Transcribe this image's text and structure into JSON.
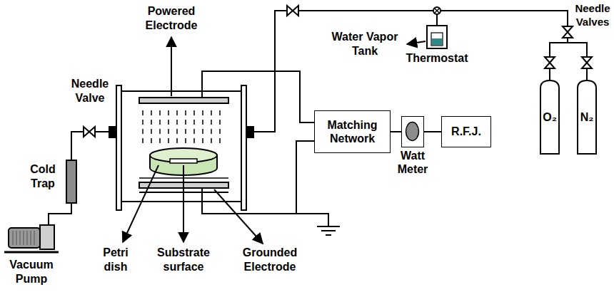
{
  "diagram": {
    "nodes": [
      {
        "text": [
          "Matching Network"
        ]
      },
      {
        "text": [
          "Watt Meter"
        ]
      },
      {
        "text": [
          "R.F.J."
        ]
      },
      {
        "text": [
          "O₂"
        ]
      },
      {
        "text": [
          "N₂"
        ]
      }
    ],
    "edges": [
      {
        "from": 0,
        "to": 1,
        "arrow": "none"
      },
      {
        "from": 1,
        "to": 2,
        "arrow": "none"
      }
    ],
    "labels": [
      "Powered Electrode",
      "Water Vapor Tank",
      "Thermostat",
      "Needle Valves",
      "Needle Valve",
      "Cold Trap",
      "Vacuum Pump",
      "Petri dish",
      "Substrate surface",
      "Grounded Electrode"
    ]
  }
}
